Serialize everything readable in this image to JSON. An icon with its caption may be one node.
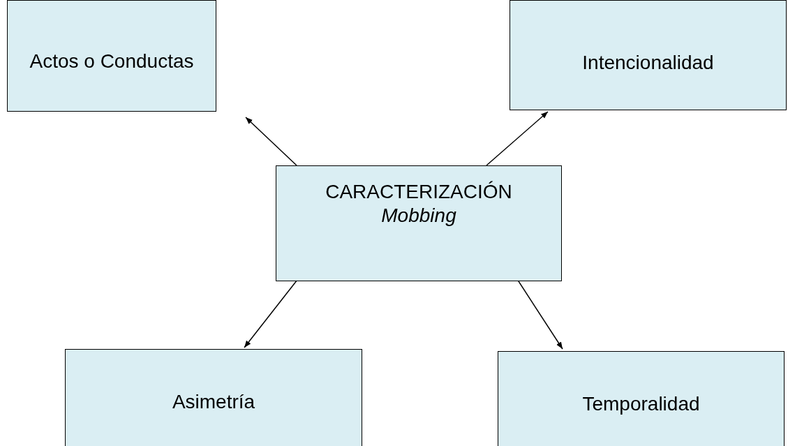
{
  "diagram": {
    "nodes": [
      {
        "text": [
          "Actos o Conductas"
        ]
      },
      {
        "text": [
          "Intencionalidad"
        ]
      },
      {
        "text": [
          "CARACTERIZACIÓN",
          "Mobbing"
        ]
      },
      {
        "text": [
          "Asimetría"
        ]
      },
      {
        "text": [
          "Temporalidad"
        ]
      }
    ],
    "edges": [
      {
        "from": 2,
        "to": 0,
        "arrow": "to"
      },
      {
        "from": 2,
        "to": 1,
        "arrow": "to"
      },
      {
        "from": 2,
        "to": 3,
        "arrow": "to"
      },
      {
        "from": 2,
        "to": 4,
        "arrow": "to"
      }
    ]
  }
}
